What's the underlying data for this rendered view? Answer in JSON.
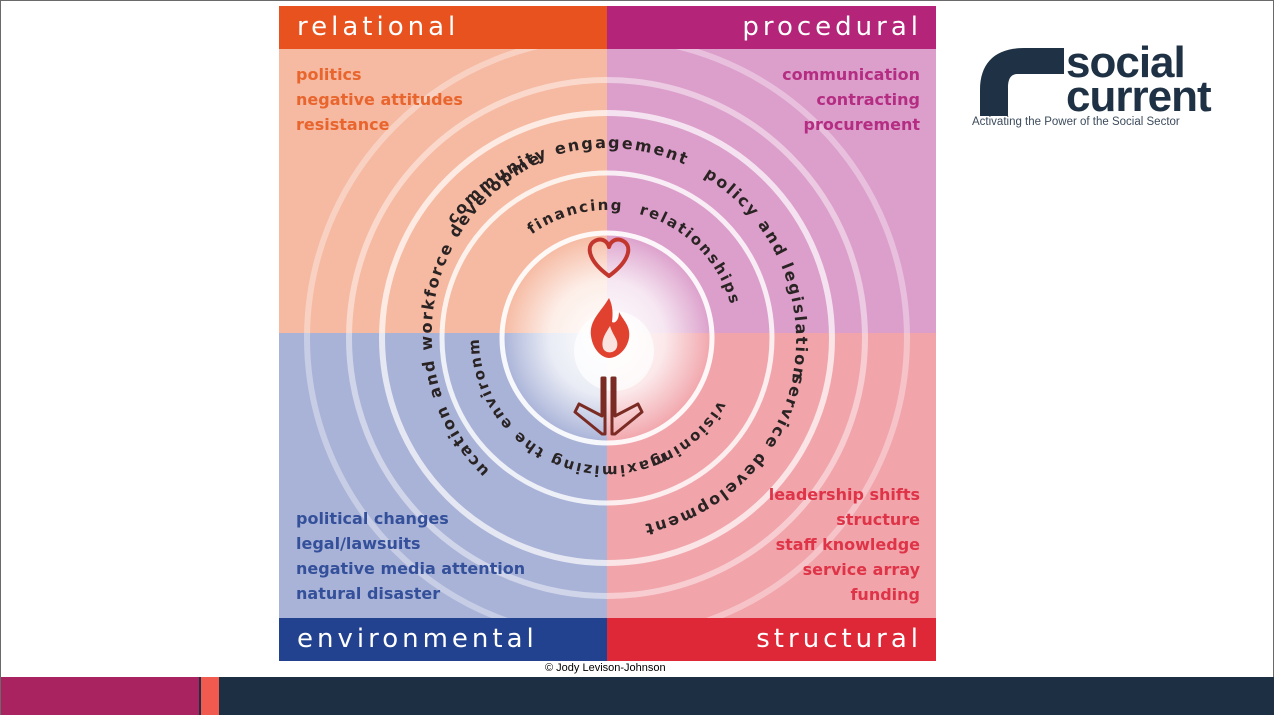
{
  "quadrants": {
    "relational": {
      "title": "relational",
      "items": [
        "politics",
        "negative attitudes",
        "resistance"
      ]
    },
    "procedural": {
      "title": "procedural",
      "items": [
        "communication",
        "contracting",
        "procurement"
      ]
    },
    "environmental": {
      "title": "environmental",
      "items": [
        "political changes",
        "legal/lawsuits",
        "negative media attention",
        "natural disaster"
      ]
    },
    "structural": {
      "title": "structural",
      "items": [
        "leadership shifts",
        "structure",
        "staff knowledge",
        "service array",
        "funding"
      ]
    }
  },
  "outer_ring": [
    "community engagement",
    "policy and legislation",
    "service development",
    "education and workforce development"
  ],
  "inner_ring": [
    "financing",
    "relationships",
    "visioning",
    "maximizing the environment"
  ],
  "colors": {
    "relational": "#e8521f",
    "procedural": "#b42478",
    "environmental": "#22418e",
    "structural": "#de2837",
    "logo": "#1f3245",
    "bar_dark": "#1c2f43",
    "bar_magenta": "#a8235f",
    "bar_coral": "#f05a4f"
  },
  "center_icons": [
    "heart-icon",
    "flame-icon",
    "hands-icon"
  ],
  "copyright": "© Jody Levison-Johnson",
  "logo": {
    "line1": "social",
    "line2": "current",
    "tagline": "Activating the Power of the Social Sector"
  }
}
